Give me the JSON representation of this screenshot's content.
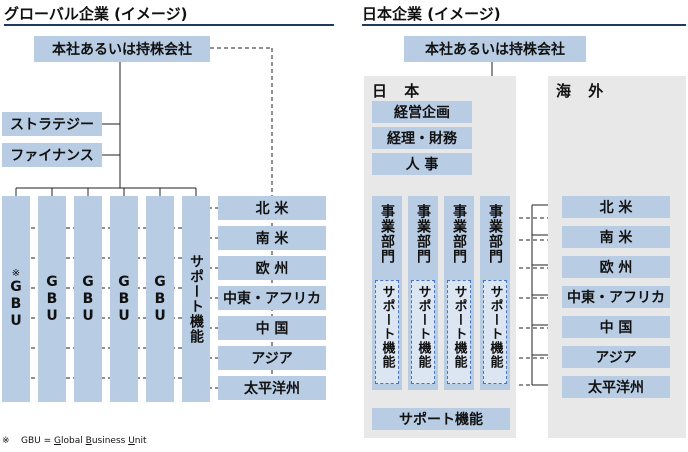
{
  "left": {
    "title": "グローバル企業 (イメージ)",
    "hq": "本社あるいは持株会社",
    "staff": [
      "ストラテジー",
      "ファイナンス"
    ],
    "gbu_mark": "※",
    "gbu": "GBU",
    "support": "サポート機能",
    "regions": [
      "北 米",
      "南 米",
      "欧 州",
      "中東・アフリカ",
      "中 国",
      "アジア",
      "太平洋州"
    ]
  },
  "right": {
    "title": "日本企業 (イメージ)",
    "hq": "本社あるいは持株会社",
    "domestic_label": "日 本",
    "overseas_label": "海 外",
    "staff": [
      "経営企画",
      "経理・財務",
      "人 事"
    ],
    "division": "事業部門",
    "division_support": "サポート機能",
    "support": "サポート機能",
    "regions": [
      "北 米",
      "南 米",
      "欧 州",
      "中東・アフリカ",
      "中 国",
      "アジア",
      "太平洋州"
    ]
  },
  "footnote": {
    "mark": "※",
    "prefix": "GBU = ",
    "g": "G",
    "g_rest": "lobal ",
    "b": "B",
    "b_rest": "usiness ",
    "u": "U",
    "u_rest": "nit"
  }
}
